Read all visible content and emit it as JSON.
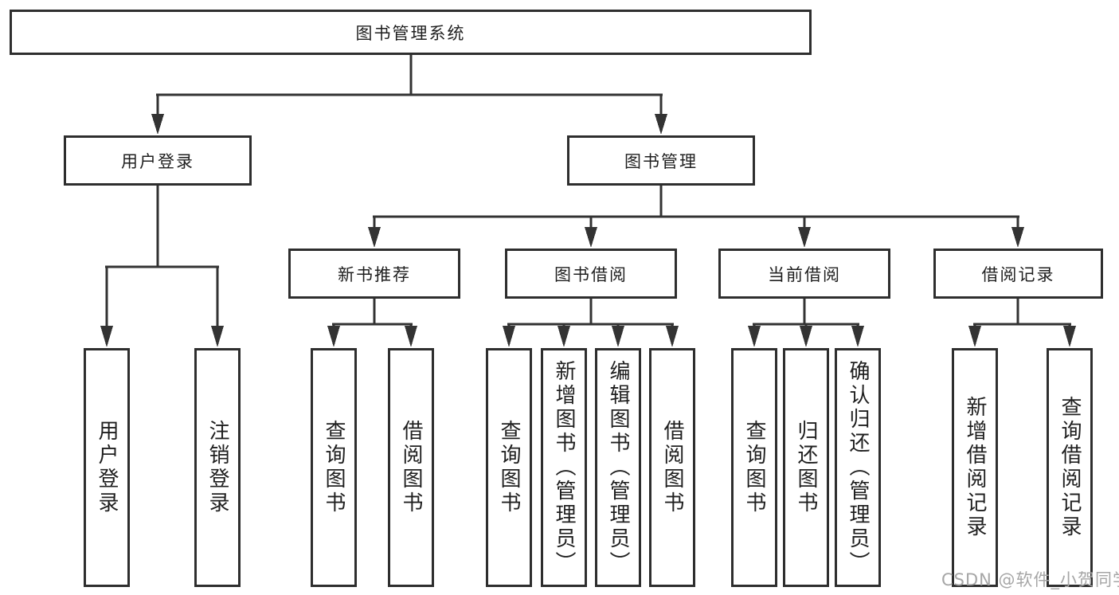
{
  "diagram": {
    "root": {
      "label": "图书管理系统"
    },
    "level2": [
      {
        "label": "用户登录"
      },
      {
        "label": "图书管理"
      }
    ],
    "level3": [
      {
        "label": "新书推荐"
      },
      {
        "label": "图书借阅"
      },
      {
        "label": "当前借阅"
      },
      {
        "label": "借阅记录"
      }
    ],
    "leaves": {
      "user_login": [
        {
          "label": "用户登录"
        },
        {
          "label": "注销登录"
        }
      ],
      "new_book_rec": [
        {
          "label": "查询图书"
        },
        {
          "label": "借阅图书"
        }
      ],
      "book_borrow": [
        {
          "label": "查询图书"
        },
        {
          "label": "新增图书（管理员）"
        },
        {
          "label": "编辑图书（管理员）"
        },
        {
          "label": "借阅图书"
        }
      ],
      "current_borrow": [
        {
          "label": "查询图书"
        },
        {
          "label": "归还图书"
        },
        {
          "label": "确认归还（管理员）"
        }
      ],
      "borrow_record": [
        {
          "label": "新增借阅记录"
        },
        {
          "label": "查询借阅记录"
        }
      ]
    },
    "colors": {
      "line": "#333333",
      "box_border": "#2e2e2e",
      "text": "#1f1f1f",
      "background": "#ffffff",
      "watermark": "#a6a6a6"
    }
  },
  "watermark": {
    "text": "CSDN @软件_小贺同学"
  }
}
